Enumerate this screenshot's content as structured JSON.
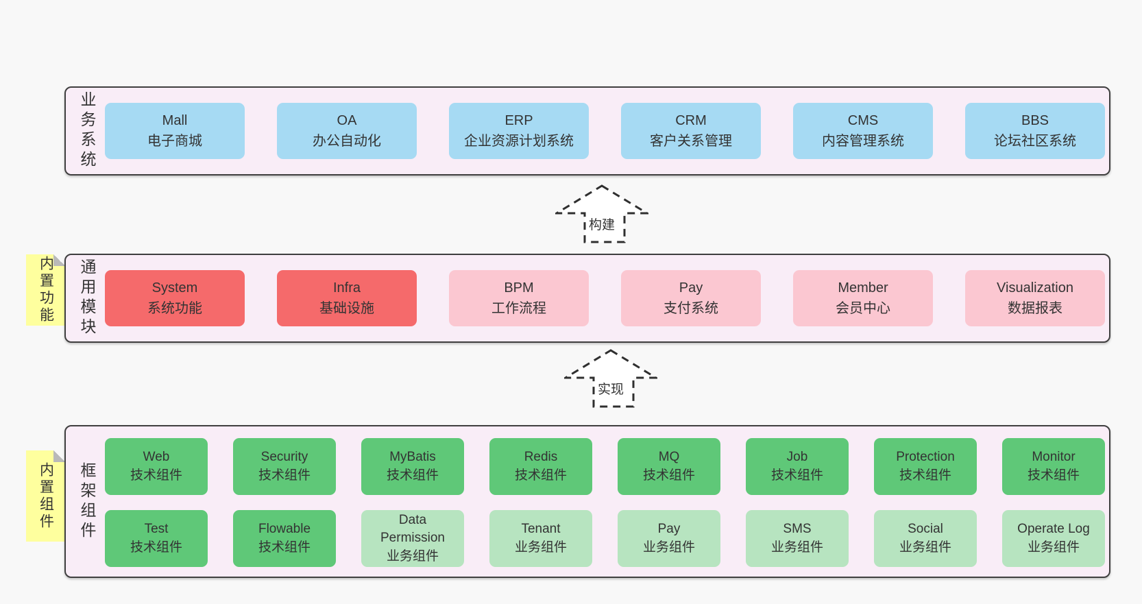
{
  "colors": {
    "background": "#f8f8f8",
    "layer_bg": "#f9edf7",
    "layer_border": "#3f3f3f",
    "blue": "#a6daf3",
    "red": "#f56a6b",
    "pink": "#fbc7d1",
    "green": "#5fc878",
    "lightgreen": "#b7e4c0",
    "yellow": "#feff9e",
    "fold": "#b9b9b9",
    "text": "#333333",
    "arrow": "#2f2f2f"
  },
  "arrows": [
    {
      "label": "构建"
    },
    {
      "label": "实现"
    }
  ],
  "layers": [
    {
      "label": "业务系统",
      "boxes": [
        {
          "title": "Mall",
          "subtitle": "电子商城",
          "type": "blue"
        },
        {
          "title": "OA",
          "subtitle": "办公自动化",
          "type": "blue"
        },
        {
          "title": "ERP",
          "subtitle": "企业资源计划系统",
          "type": "blue"
        },
        {
          "title": "CRM",
          "subtitle": "客户关系管理",
          "type": "blue"
        },
        {
          "title": "CMS",
          "subtitle": "内容管理系统",
          "type": "blue"
        },
        {
          "title": "BBS",
          "subtitle": "论坛社区系统",
          "type": "blue"
        }
      ]
    },
    {
      "label": "通用模块",
      "note": "内置功能",
      "boxes": [
        {
          "title": "System",
          "subtitle": "系统功能",
          "type": "red"
        },
        {
          "title": "Infra",
          "subtitle": "基础设施",
          "type": "red"
        },
        {
          "title": "BPM",
          "subtitle": "工作流程",
          "type": "pink"
        },
        {
          "title": "Pay",
          "subtitle": "支付系统",
          "type": "pink"
        },
        {
          "title": "Member",
          "subtitle": "会员中心",
          "type": "pink"
        },
        {
          "title": "Visualization",
          "subtitle": "数据报表",
          "type": "pink"
        }
      ]
    },
    {
      "label": "框架组件",
      "note": "内置组件",
      "rows": [
        [
          {
            "title": "Web",
            "subtitle": "技术组件",
            "type": "green"
          },
          {
            "title": "Security",
            "subtitle": "技术组件",
            "type": "green"
          },
          {
            "title": "MyBatis",
            "subtitle": "技术组件",
            "type": "green"
          },
          {
            "title": "Redis",
            "subtitle": "技术组件",
            "type": "green"
          },
          {
            "title": "MQ",
            "subtitle": "技术组件",
            "type": "green"
          },
          {
            "title": "Job",
            "subtitle": "技术组件",
            "type": "green"
          },
          {
            "title": "Protection",
            "subtitle": "技术组件",
            "type": "green"
          },
          {
            "title": "Monitor",
            "subtitle": "技术组件",
            "type": "green"
          }
        ],
        [
          {
            "title": "Test",
            "subtitle": "技术组件",
            "type": "green"
          },
          {
            "title": "Flowable",
            "subtitle": "技术组件",
            "type": "green"
          },
          {
            "title": "Data Permission",
            "subtitle": "业务组件",
            "type": "lightgreen"
          },
          {
            "title": "Tenant",
            "subtitle": "业务组件",
            "type": "lightgreen"
          },
          {
            "title": "Pay",
            "subtitle": "业务组件",
            "type": "lightgreen"
          },
          {
            "title": "SMS",
            "subtitle": "业务组件",
            "type": "lightgreen"
          },
          {
            "title": "Social",
            "subtitle": "业务组件",
            "type": "lightgreen"
          },
          {
            "title": "Operate Log",
            "subtitle": "业务组件",
            "type": "lightgreen"
          }
        ]
      ]
    }
  ]
}
